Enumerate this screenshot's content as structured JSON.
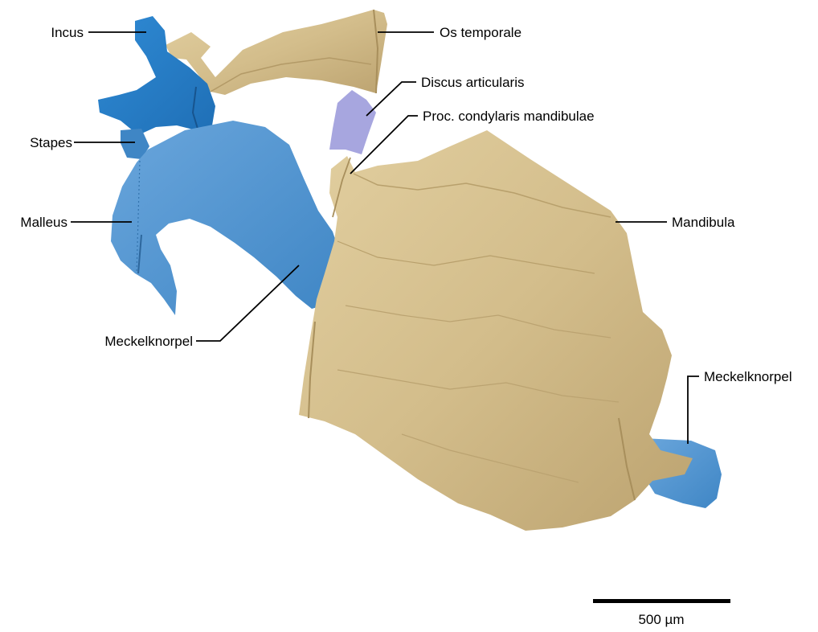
{
  "labels": {
    "incus": "Incus",
    "os_temporale": "Os temporale",
    "discus_articularis": "Discus articularis",
    "proc_condylaris": "Proc. condylaris mandibulae",
    "stapes": "Stapes",
    "malleus": "Malleus",
    "mandibula": "Mandibula",
    "meckelknorpel_left": "Meckelknorpel",
    "meckelknorpel_right": "Meckelknorpel"
  },
  "scale_bar": {
    "text": "500 µm"
  },
  "colors": {
    "bone": "#d3bd8b",
    "bone_shadow": "#a88f5c",
    "ossicle_dark": "#2a7fc6",
    "cartilage": "#5b9ad3",
    "discus": "#a7a6df"
  }
}
